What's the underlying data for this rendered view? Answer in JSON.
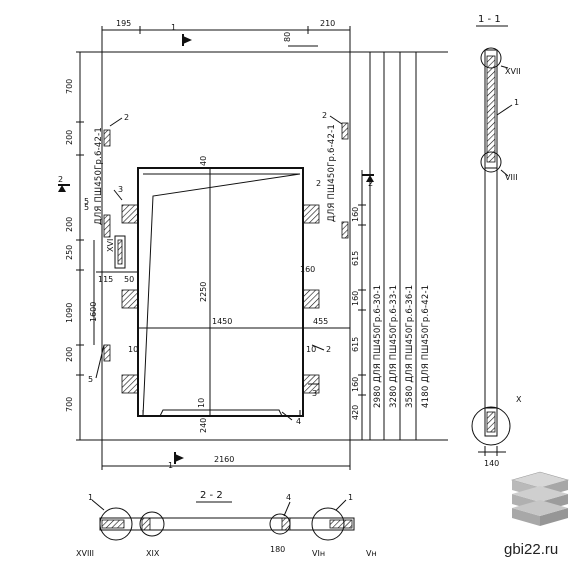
{
  "dims_top": {
    "d195": "195",
    "d210": "210",
    "d80": "80",
    "d40": "40"
  },
  "dims_left": {
    "d700a": "700",
    "d200a": "200",
    "d200b": "200",
    "d250": "250",
    "d1090": "1090",
    "d1600": "1600",
    "d200c": "200",
    "d700b": "700",
    "d115": "115",
    "d50": "50",
    "d5a": "5"
  },
  "dims_inner": {
    "d2250": "2250",
    "d1450": "1450",
    "d455": "455",
    "d10a": "10",
    "d10b": "10",
    "d10c": "10",
    "d160s": "160",
    "d240": "240"
  },
  "dims_right": {
    "d160a": "160",
    "d615a": "615",
    "d160b": "160",
    "d615b": "615",
    "d160c": "160",
    "d420": "420"
  },
  "dims_bottom": {
    "d2160": "2160",
    "d180": "180",
    "d140": "140"
  },
  "callouts": {
    "c1a": "1",
    "c1b": "1",
    "c1c": "1",
    "c2a": "2",
    "c2b": "2",
    "c2c": "2",
    "c2d": "2",
    "c3a": "3",
    "c3b": "3",
    "c4a": "4",
    "c4b": "4",
    "c5a": "5",
    "c5b": "5",
    "c1d": "1",
    "c1e": "1"
  },
  "section_marks": {
    "s1top": "1",
    "s1bot": "1",
    "s2left": "2",
    "s2right": "2"
  },
  "nodes": {
    "xvi": "XVI",
    "xvii": "XVII",
    "viii": "VIII",
    "x": "X",
    "xviii": "XVIII",
    "xix": "XIX",
    "vih": "VIн",
    "vh": "Vн"
  },
  "vertical_notes": {
    "left_piece": "ДЛЯ ПШ450Гр.6-42-1",
    "right_piece": "ДЛЯ ПШ450Гр.6-42-1",
    "r1": "2980 ДЛЯ ПШ450Гр.6-30-1",
    "r2": "3280 ДЛЯ ПШ450Гр.6-33-1",
    "r3": "3580 ДЛЯ ПШ450Гр.6-36-1",
    "r4": "4180 ДЛЯ ПШ450Гр.6-42-1"
  },
  "section_titles": {
    "s11": "1 - 1",
    "s22": "2 - 2"
  },
  "watermark": "gbi22.ru"
}
